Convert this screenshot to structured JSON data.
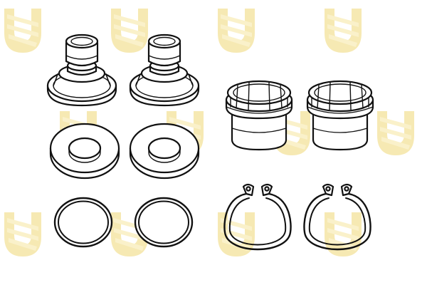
{
  "watermark": {
    "brand_letter": "U",
    "color": "#f3e29a",
    "stripe_color": "#f8ecb8"
  },
  "drawing": {
    "line_color": "#111111",
    "fill_color": "#ffffff"
  },
  "parts": [
    {
      "kind": "bushing-boot",
      "quantity": 2
    },
    {
      "kind": "flanged-sleeve",
      "quantity": 2
    },
    {
      "kind": "flat-washer",
      "quantity": 2
    },
    {
      "kind": "o-ring",
      "quantity": 2
    },
    {
      "kind": "circlip",
      "quantity": 2
    }
  ]
}
